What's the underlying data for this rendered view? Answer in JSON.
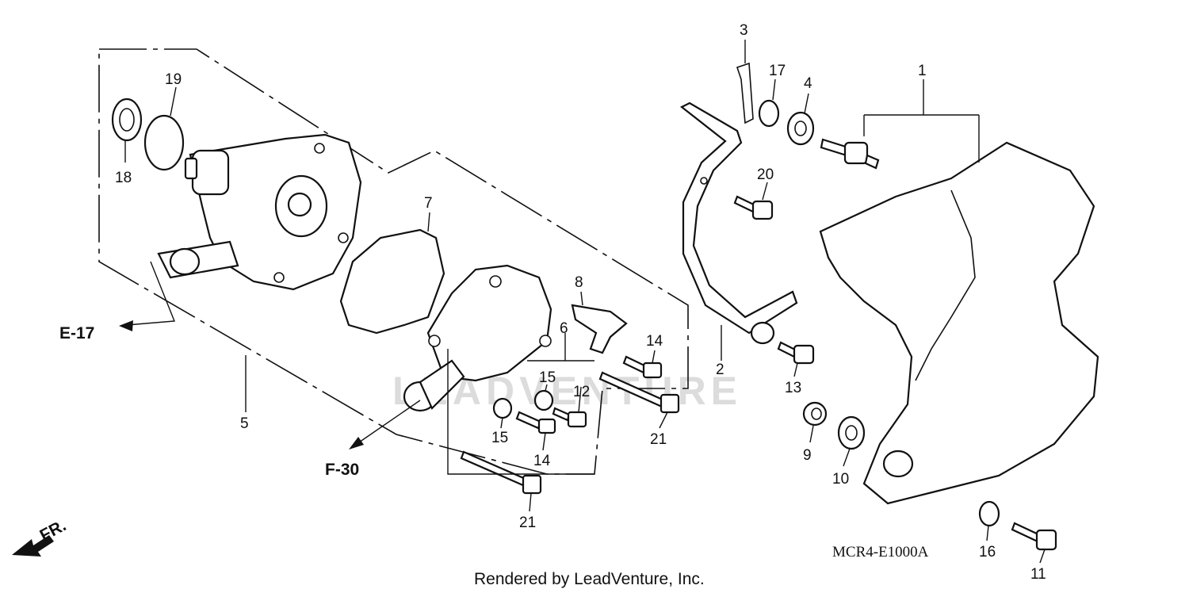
{
  "diagram": {
    "callouts": {
      "c1": "1",
      "c2": "2",
      "c3": "3",
      "c4": "4",
      "c5": "5",
      "c6": "6",
      "c7": "7",
      "c8": "8",
      "c9": "9",
      "c10": "10",
      "c11": "11",
      "c12": "12",
      "c13": "13",
      "c14a": "14",
      "c14b": "14",
      "c15a": "15",
      "c15b": "15",
      "c16": "16",
      "c17": "17",
      "c18": "18",
      "c19": "19",
      "c20": "20",
      "c21a": "21",
      "c21b": "21"
    },
    "refs": {
      "e17": "E-17",
      "f30": "F-30",
      "front": "FR."
    },
    "code": "MCR4-E1000A",
    "credit": "Rendered by LeadVenture, Inc.",
    "watermark": "LEADVENTURE"
  }
}
